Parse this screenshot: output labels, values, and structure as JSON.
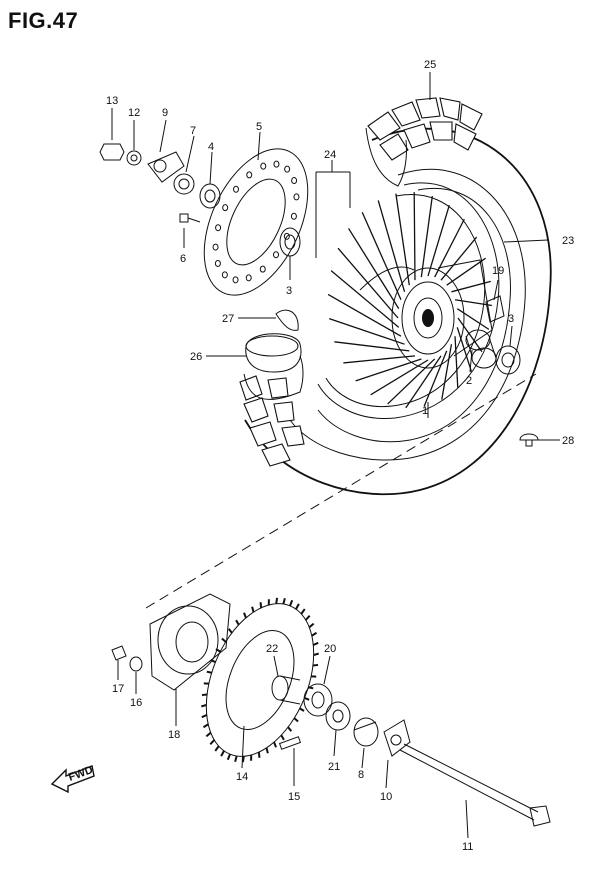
{
  "figure": {
    "title": "FIG.47"
  },
  "callouts": [
    {
      "id": "c1",
      "text": "1"
    },
    {
      "id": "c2",
      "text": "2"
    },
    {
      "id": "c3a",
      "text": "3"
    },
    {
      "id": "c3b",
      "text": "3"
    },
    {
      "id": "c4",
      "text": "4"
    },
    {
      "id": "c5",
      "text": "5"
    },
    {
      "id": "c6",
      "text": "6"
    },
    {
      "id": "c7",
      "text": "7"
    },
    {
      "id": "c8",
      "text": "8"
    },
    {
      "id": "c9",
      "text": "9"
    },
    {
      "id": "c10",
      "text": "10"
    },
    {
      "id": "c11",
      "text": "11"
    },
    {
      "id": "c12",
      "text": "12"
    },
    {
      "id": "c13",
      "text": "13"
    },
    {
      "id": "c14",
      "text": "14"
    },
    {
      "id": "c15",
      "text": "15"
    },
    {
      "id": "c16",
      "text": "16"
    },
    {
      "id": "c17",
      "text": "17"
    },
    {
      "id": "c18",
      "text": "18"
    },
    {
      "id": "c19",
      "text": "19"
    },
    {
      "id": "c20",
      "text": "20"
    },
    {
      "id": "c21",
      "text": "21"
    },
    {
      "id": "c22",
      "text": "22"
    },
    {
      "id": "c23",
      "text": "23"
    },
    {
      "id": "c24",
      "text": "24"
    },
    {
      "id": "c25",
      "text": "25"
    },
    {
      "id": "c26",
      "text": "26"
    },
    {
      "id": "c27",
      "text": "27"
    },
    {
      "id": "c28",
      "text": "28"
    }
  ],
  "direction_marker": {
    "text": "FWD",
    "icon": "forward-arrow-icon"
  }
}
